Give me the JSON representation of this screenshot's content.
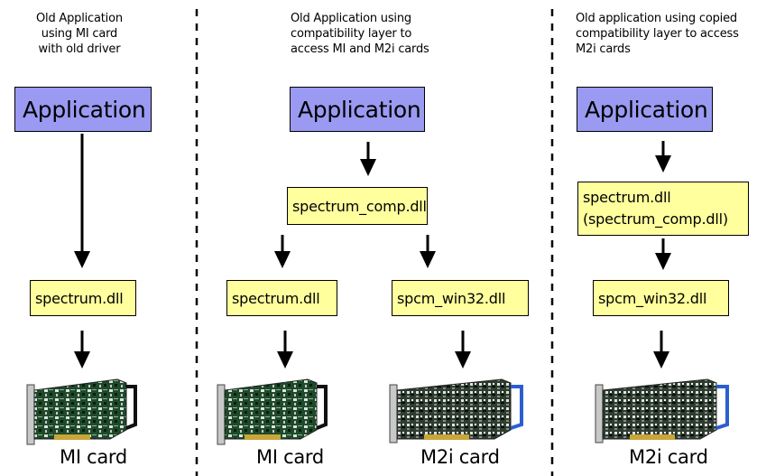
{
  "columns": [
    {
      "caption": "Old Application\nusing MI card\nwith old driver",
      "app_label": "Application",
      "dlls": [
        "spectrum.dll"
      ],
      "cards": [
        "MI card"
      ]
    },
    {
      "caption": "Old Application using\ncompatibility layer to\naccess MI and M2i cards",
      "app_label": "Application",
      "dlls": [
        "spectrum_comp.dll",
        "spectrum.dll",
        "spcm_win32.dll"
      ],
      "cards": [
        "MI card",
        "M2i card"
      ]
    },
    {
      "caption": "Old application using copied\ncompatibility layer to access\nM2i cards",
      "app_label": "Application",
      "dlls": [
        "spectrum.dll",
        "(spectrum_comp.dll)",
        "spcm_win32.dll"
      ],
      "cards": [
        "M2i card"
      ]
    }
  ],
  "colors": {
    "application": "#9a9af2",
    "dll": "#ffff9e",
    "m2i_bracket": "#2a5fd0",
    "mi_bracket": "#111111"
  }
}
